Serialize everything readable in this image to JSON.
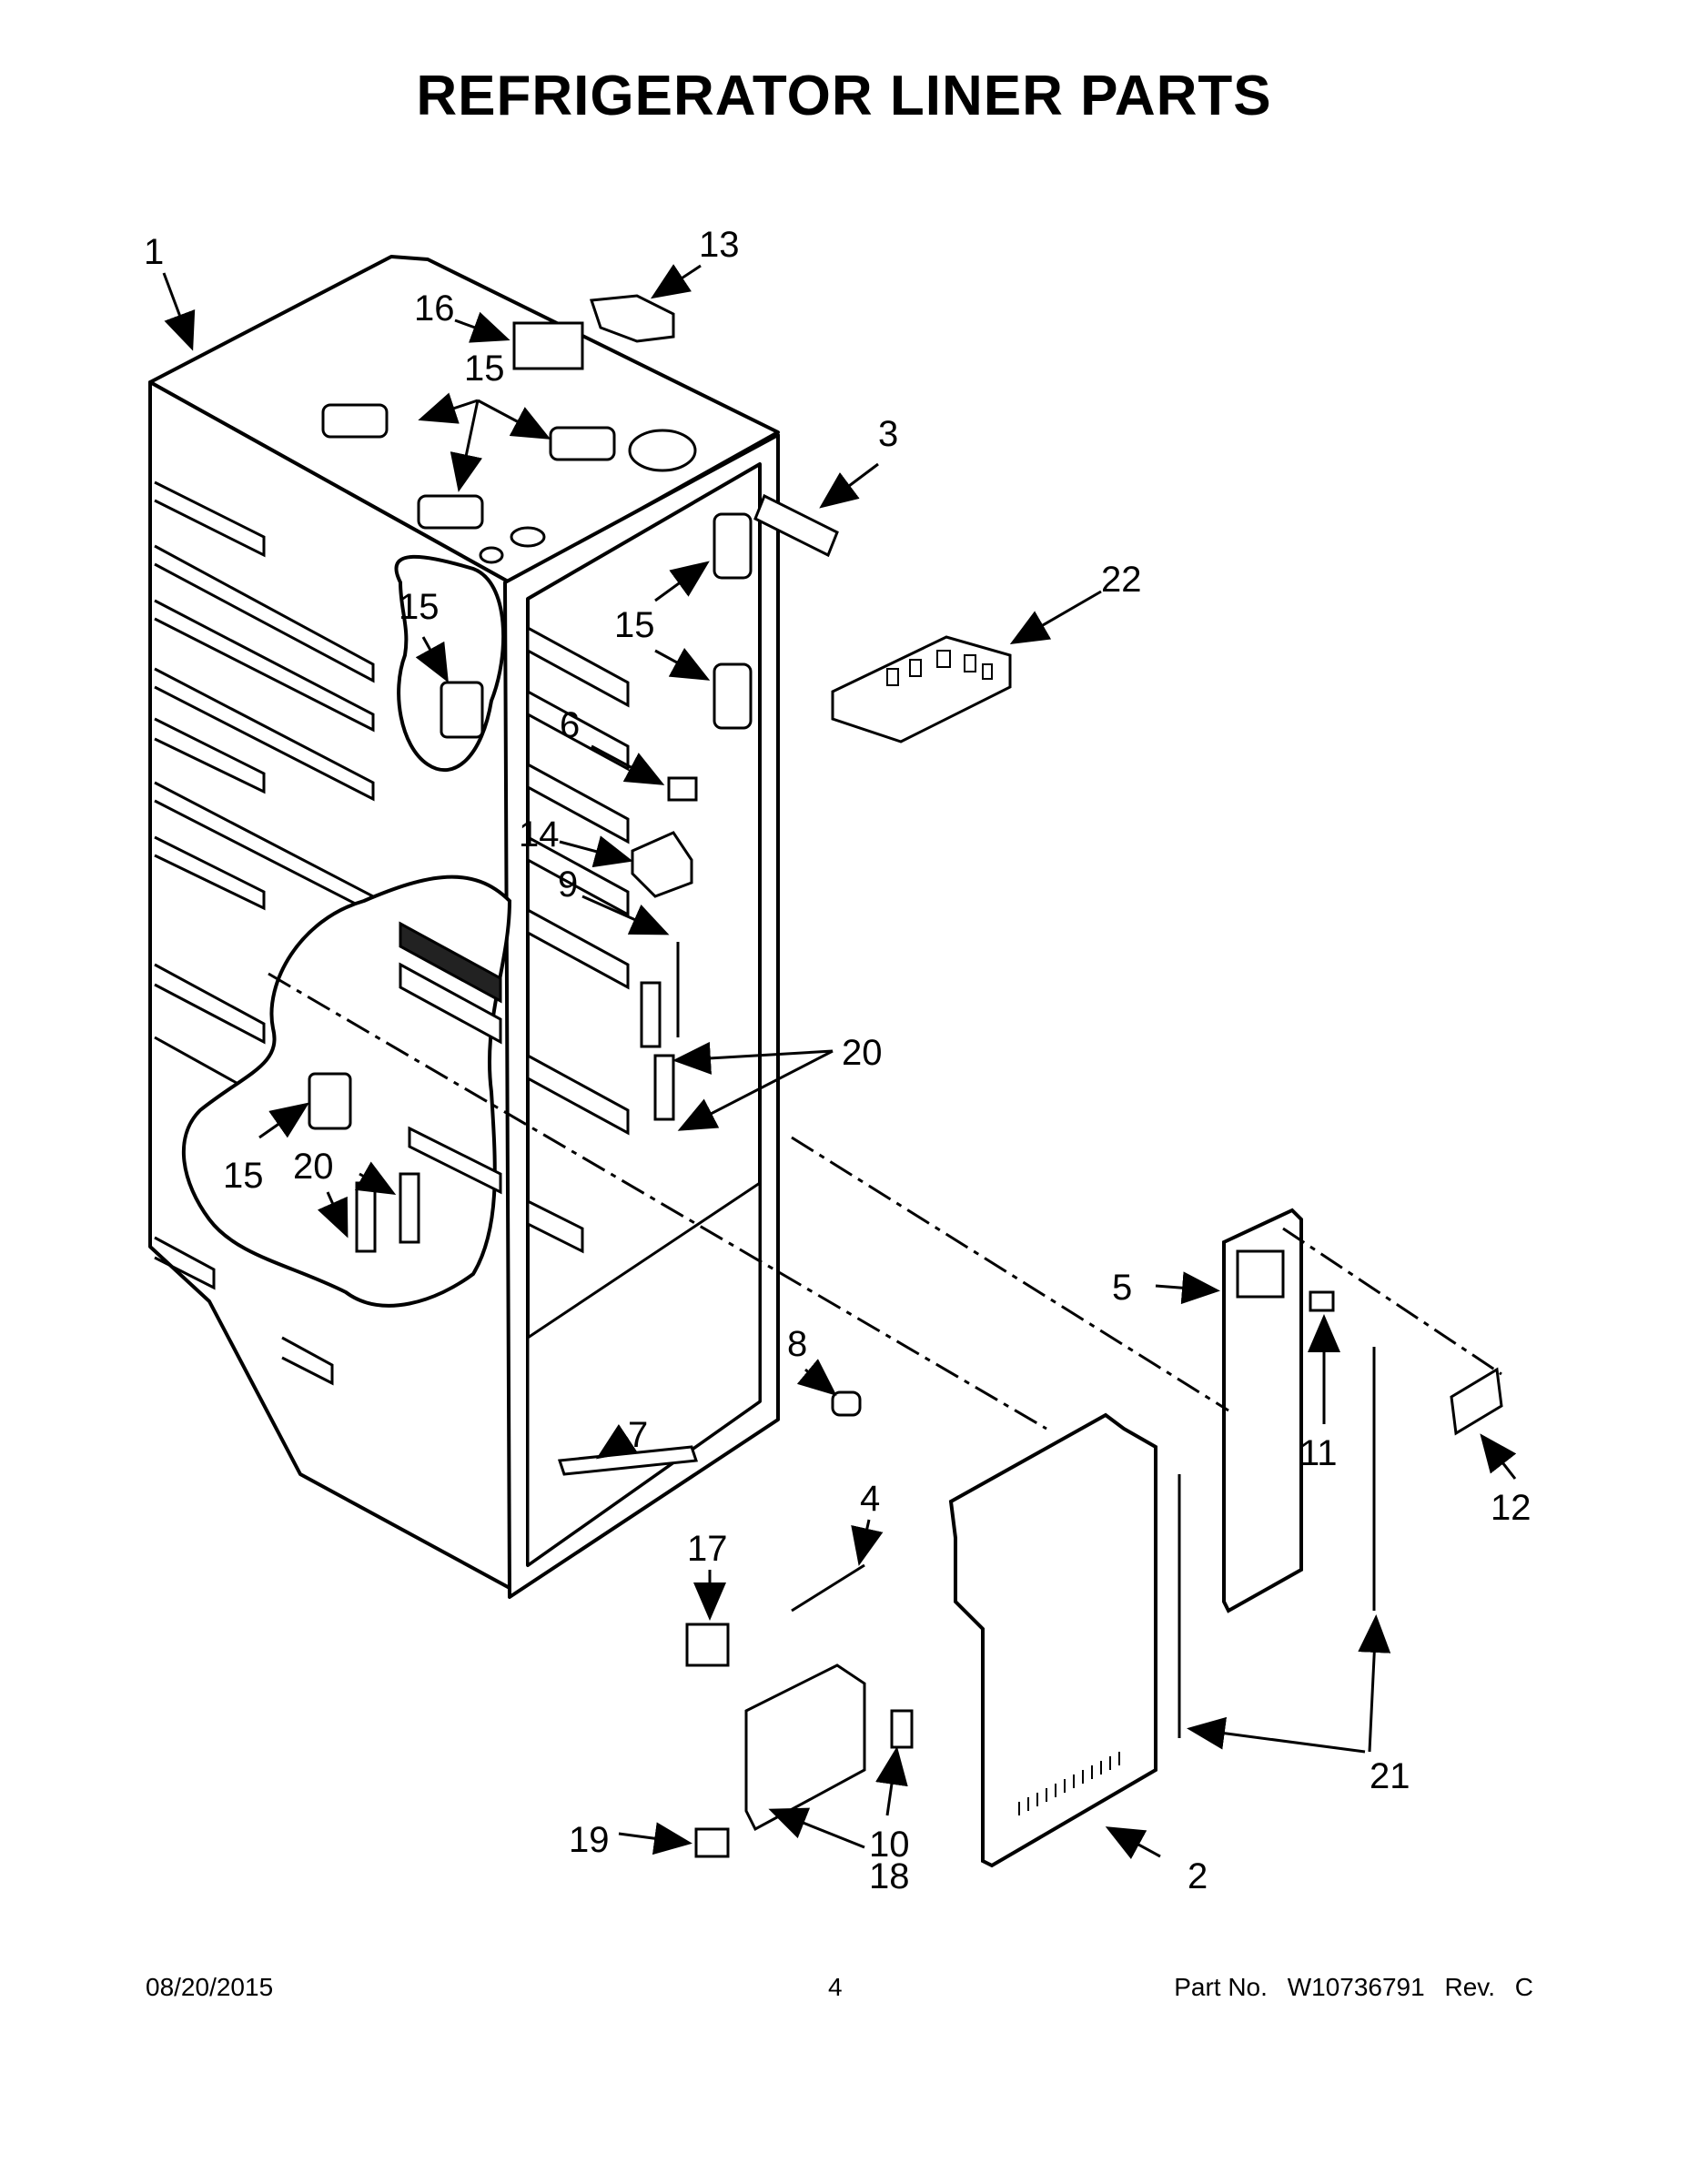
{
  "page": {
    "title": "REFRIGERATOR LINER PARTS"
  },
  "callouts": {
    "c1": "1",
    "c2": "2",
    "c3": "3",
    "c4": "4",
    "c5": "5",
    "c6": "6",
    "c7": "7",
    "c8": "8",
    "c9": "9",
    "c10": "10",
    "c11": "11",
    "c12": "12",
    "c13": "13",
    "c14": "14",
    "c15a": "15",
    "c15b": "15",
    "c15c": "15",
    "c15d": "15",
    "c16": "16",
    "c17": "17",
    "c18": "18",
    "c19": "19",
    "c20a": "20",
    "c20b": "20",
    "c21": "21",
    "c22": "22"
  },
  "footer": {
    "date": "08/20/2015",
    "page_number": "4",
    "part_no_label": "Part No.",
    "part_no": "W10736791",
    "rev_label": "Rev.",
    "rev": "C"
  }
}
